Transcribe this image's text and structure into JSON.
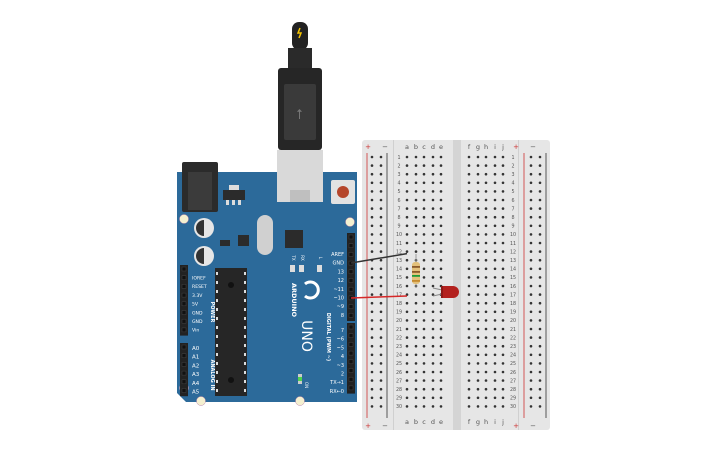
{
  "colors": {
    "board": "#2c6a9a",
    "breadboard": "#e6e6e6",
    "wire_gnd": "#333333",
    "wire_signal": "#d62828",
    "led": "#b3211e"
  },
  "arduino": {
    "brand": "ARDUINO",
    "model": "UNO",
    "power_title": "POWER",
    "analog_title": "ANALOG IN",
    "digital_title": "DIGITAL (PWM ~)",
    "on_label": "ON",
    "tx_label": "TX",
    "rx_label": "RX",
    "l_label": "L",
    "power_pins": [
      "IOREF",
      "RESET",
      "3.3V",
      "5V",
      "GND",
      "GND",
      "Vin"
    ],
    "analog_pins": [
      "A0",
      "A1",
      "A2",
      "A3",
      "A4",
      "A5"
    ],
    "digital_pins_top": [
      "AREF",
      "GND",
      "13",
      "12",
      "~11",
      "~10",
      "~9",
      "8"
    ],
    "digital_pins_bottom": [
      "7",
      "~6",
      "~5",
      "4",
      "~3",
      "2",
      "TX→1",
      "RX←0"
    ]
  },
  "breadboard": {
    "plus": "+",
    "minus": "−",
    "cols_left": [
      "a",
      "b",
      "c",
      "d",
      "e"
    ],
    "cols_right": [
      "f",
      "g",
      "h",
      "i",
      "j"
    ],
    "rows": 30
  }
}
